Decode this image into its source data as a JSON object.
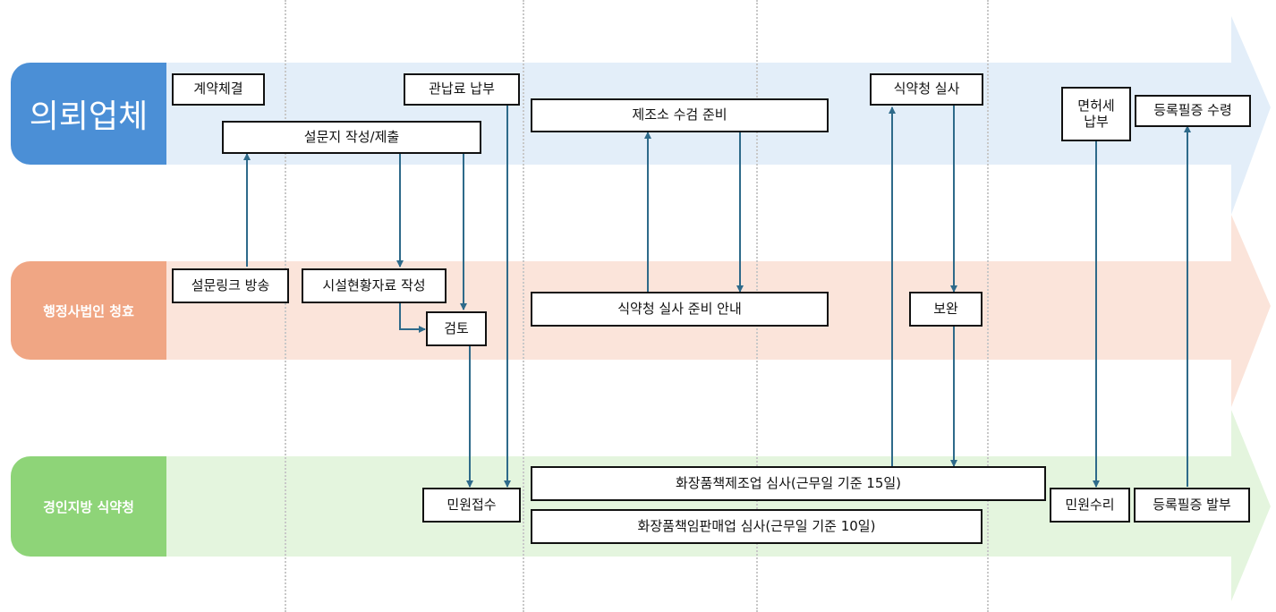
{
  "lanes": {
    "client": {
      "label": "의뢰업체",
      "color": "#4b8fd6",
      "band": "#e3eef9"
    },
    "agency": {
      "label": "행정사법인 청효",
      "color": "#f0a684",
      "band": "#fbe4da"
    },
    "mfds": {
      "label": "경인지방 식약청",
      "color": "#8ed478",
      "band": "#e4f5de"
    }
  },
  "boxes": {
    "contract": "계약체결",
    "fee_payment": "관납료 납부",
    "mfds_inspection": "식약청 실사",
    "license_tax": "면허세\n납부",
    "receive_cert": "등록필증 수령",
    "factory_prep": "제조소 수검 준비",
    "survey_submit": "설문지 작성/제출",
    "survey_link": "설문링크 방송",
    "facility_data": "시설현황자료 작성",
    "review": "검토",
    "inspection_guide": "식약청 실사 준비 안내",
    "supplement": "보완",
    "petition_receipt": "민원접수",
    "mfg_review": "화장품책제조업 심사(근무일 기준 15일)",
    "sales_review": "화장품책임판매업 심사(근무일 기준 10일)",
    "petition_accept": "민원수리",
    "cert_issue": "등록필증 발부"
  },
  "colors": {
    "arrow": "#2e6a8a"
  }
}
